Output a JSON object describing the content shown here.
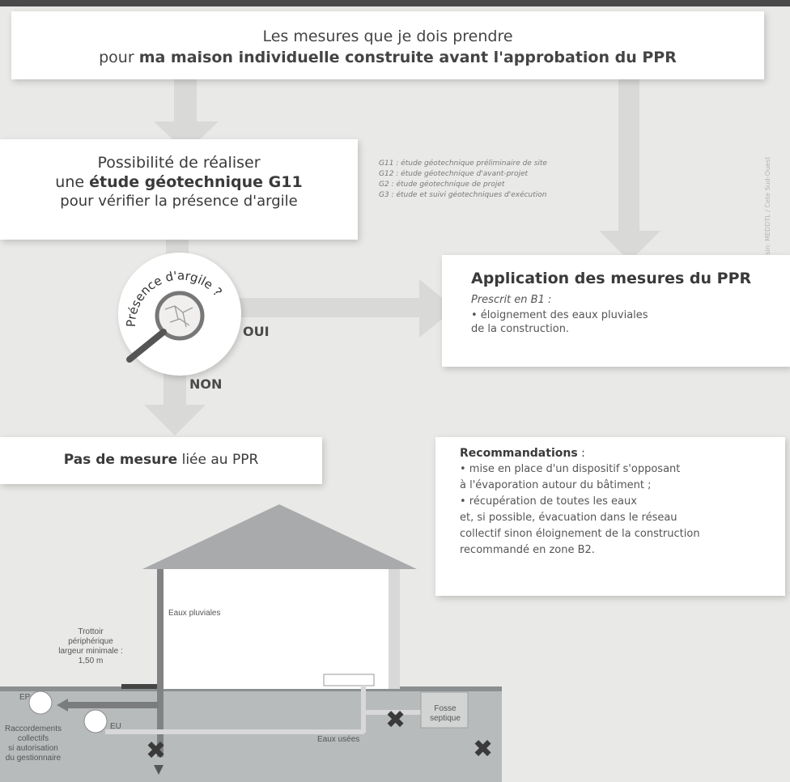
{
  "top_box": {
    "line1": "Les mesures que je dois prendre",
    "line2_prefix": "pour ",
    "line2_bold": "ma maison individuelle construite avant l'approbation du PPR"
  },
  "etude_box": {
    "line1": "Possibilité de réaliser",
    "line2_prefix": "une ",
    "line2_bold": "étude géotechnique G11",
    "line3": "pour vérifier la présence d'argile"
  },
  "legend_g": [
    "G11 : étude géotechnique préliminaire de site",
    "G12 : étude géotechnique d'avant-projet",
    "G2 : étude géotechnique de projet",
    "G3 : étude et suivi géotechniques d'exécution"
  ],
  "credit": "Dessin: MEDDTL / Cete Sud-Ouest",
  "question": "Présence d'argile ?",
  "oui": "OUI",
  "non": "NON",
  "application_box": {
    "title": "Application des mesures du PPR",
    "subtitle": "Prescrit en B1 :",
    "bullet_line1": "• éloignement des eaux pluviales",
    "bullet_line2": "de la construction."
  },
  "pas_box": {
    "bold": "Pas de mesure",
    "rest": " liée au PPR"
  },
  "reco_box": {
    "title": "Recommandations",
    "title_suffix": " :",
    "lines": [
      "• mise en place d'un dispositif s'opposant",
      "à l'évaporation autour du bâtiment ;",
      "• récupération de toutes les eaux",
      "et, si possible, évacuation dans le réseau",
      "collectif sinon éloignement de la construction",
      "recommandé en zone B2."
    ]
  },
  "house_labels": {
    "eaux_pluviales": "Eaux pluviales",
    "trottoir": [
      "Trottoir",
      "périphérique",
      "largeur minimale :",
      "1,50 m"
    ],
    "ep": "EP",
    "eu": "EU",
    "raccordements": [
      "Raccordements",
      "collectifs",
      "si autorisation",
      "du gestionnaire"
    ],
    "eaux_usees": "Eaux usées",
    "fosse": [
      "Fosse",
      "septique"
    ]
  },
  "colors": {
    "arrow": "#d9dad8",
    "ground": "#b8bbbc",
    "roof": "#a8aaab",
    "wall": "#ffffff"
  }
}
